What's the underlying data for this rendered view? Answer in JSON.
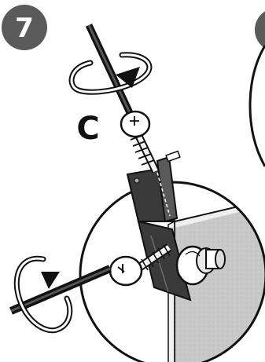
{
  "step": {
    "number": "7"
  },
  "callout": {
    "letter": "C"
  },
  "colors": {
    "badge": "#5a5a5a",
    "outline": "#111111",
    "wall": "#c8c8c8",
    "bracket": "#3a3a3a",
    "screwdriver": "#2a2a2a",
    "spring": "#e6e6e6"
  },
  "icons": {
    "rotation_arrows": "clockwise-rotation-arrow",
    "fastener": "screw-with-spring",
    "anchor": "wall-anchor"
  }
}
